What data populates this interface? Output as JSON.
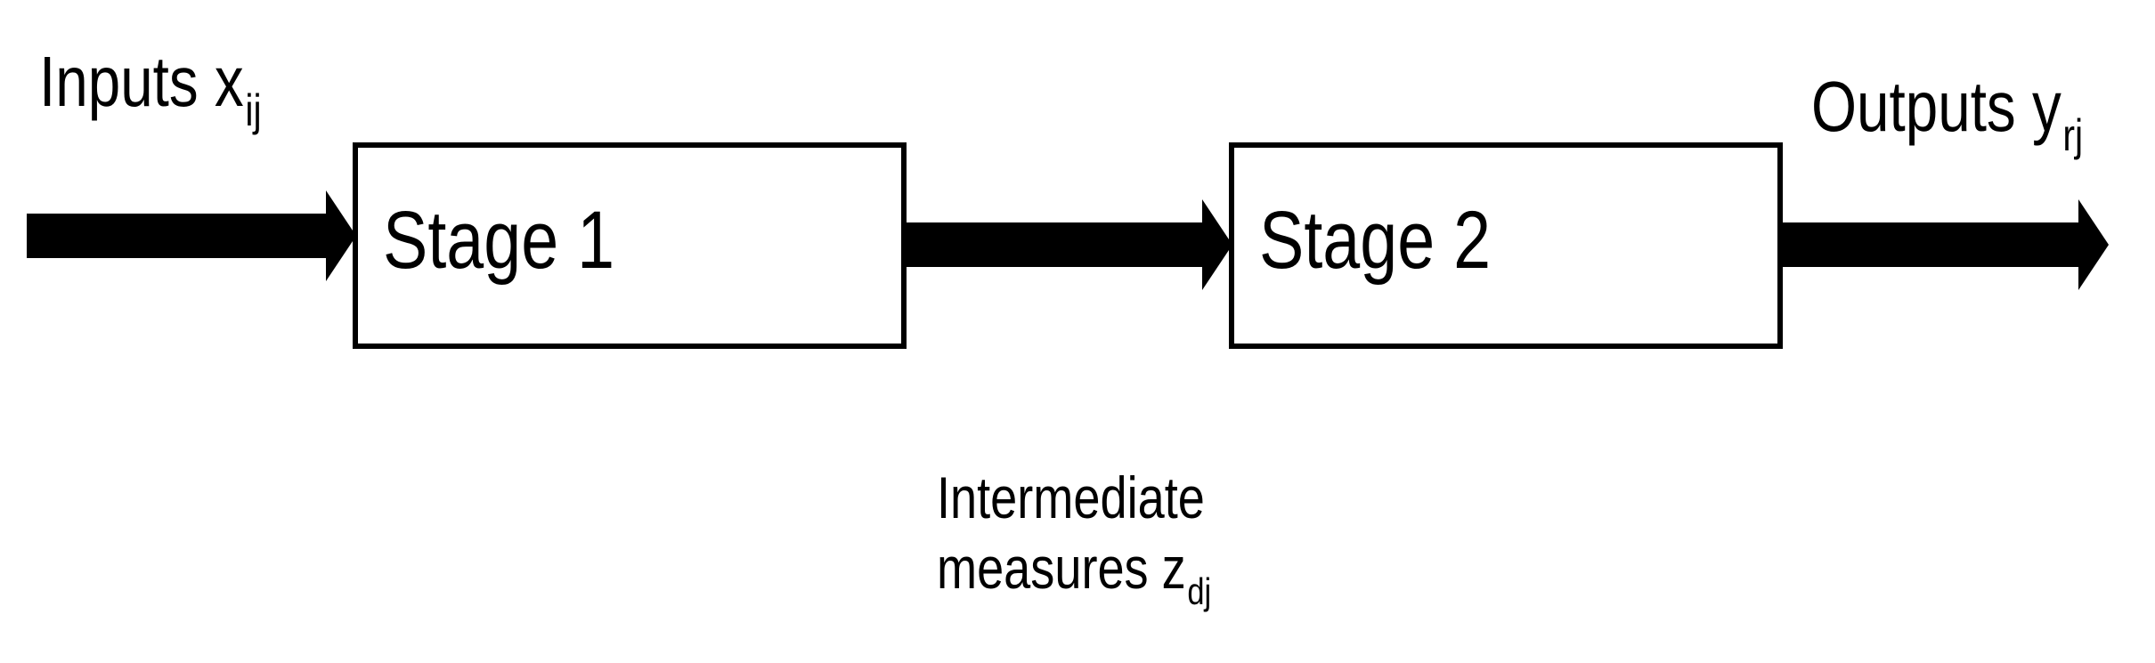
{
  "diagram": {
    "stages": [
      {
        "label": "Stage 1"
      },
      {
        "label": "Stage 2"
      }
    ],
    "inputs": {
      "text": "Inputs x",
      "subscript": "ij"
    },
    "outputs": {
      "text": "Outputs y",
      "subscript": "rj"
    },
    "intermediate": {
      "line1": "Intermediate",
      "line2": "measures z",
      "subscript": "dj"
    }
  },
  "colors": {
    "stroke": "#000000",
    "background": "#ffffff"
  }
}
